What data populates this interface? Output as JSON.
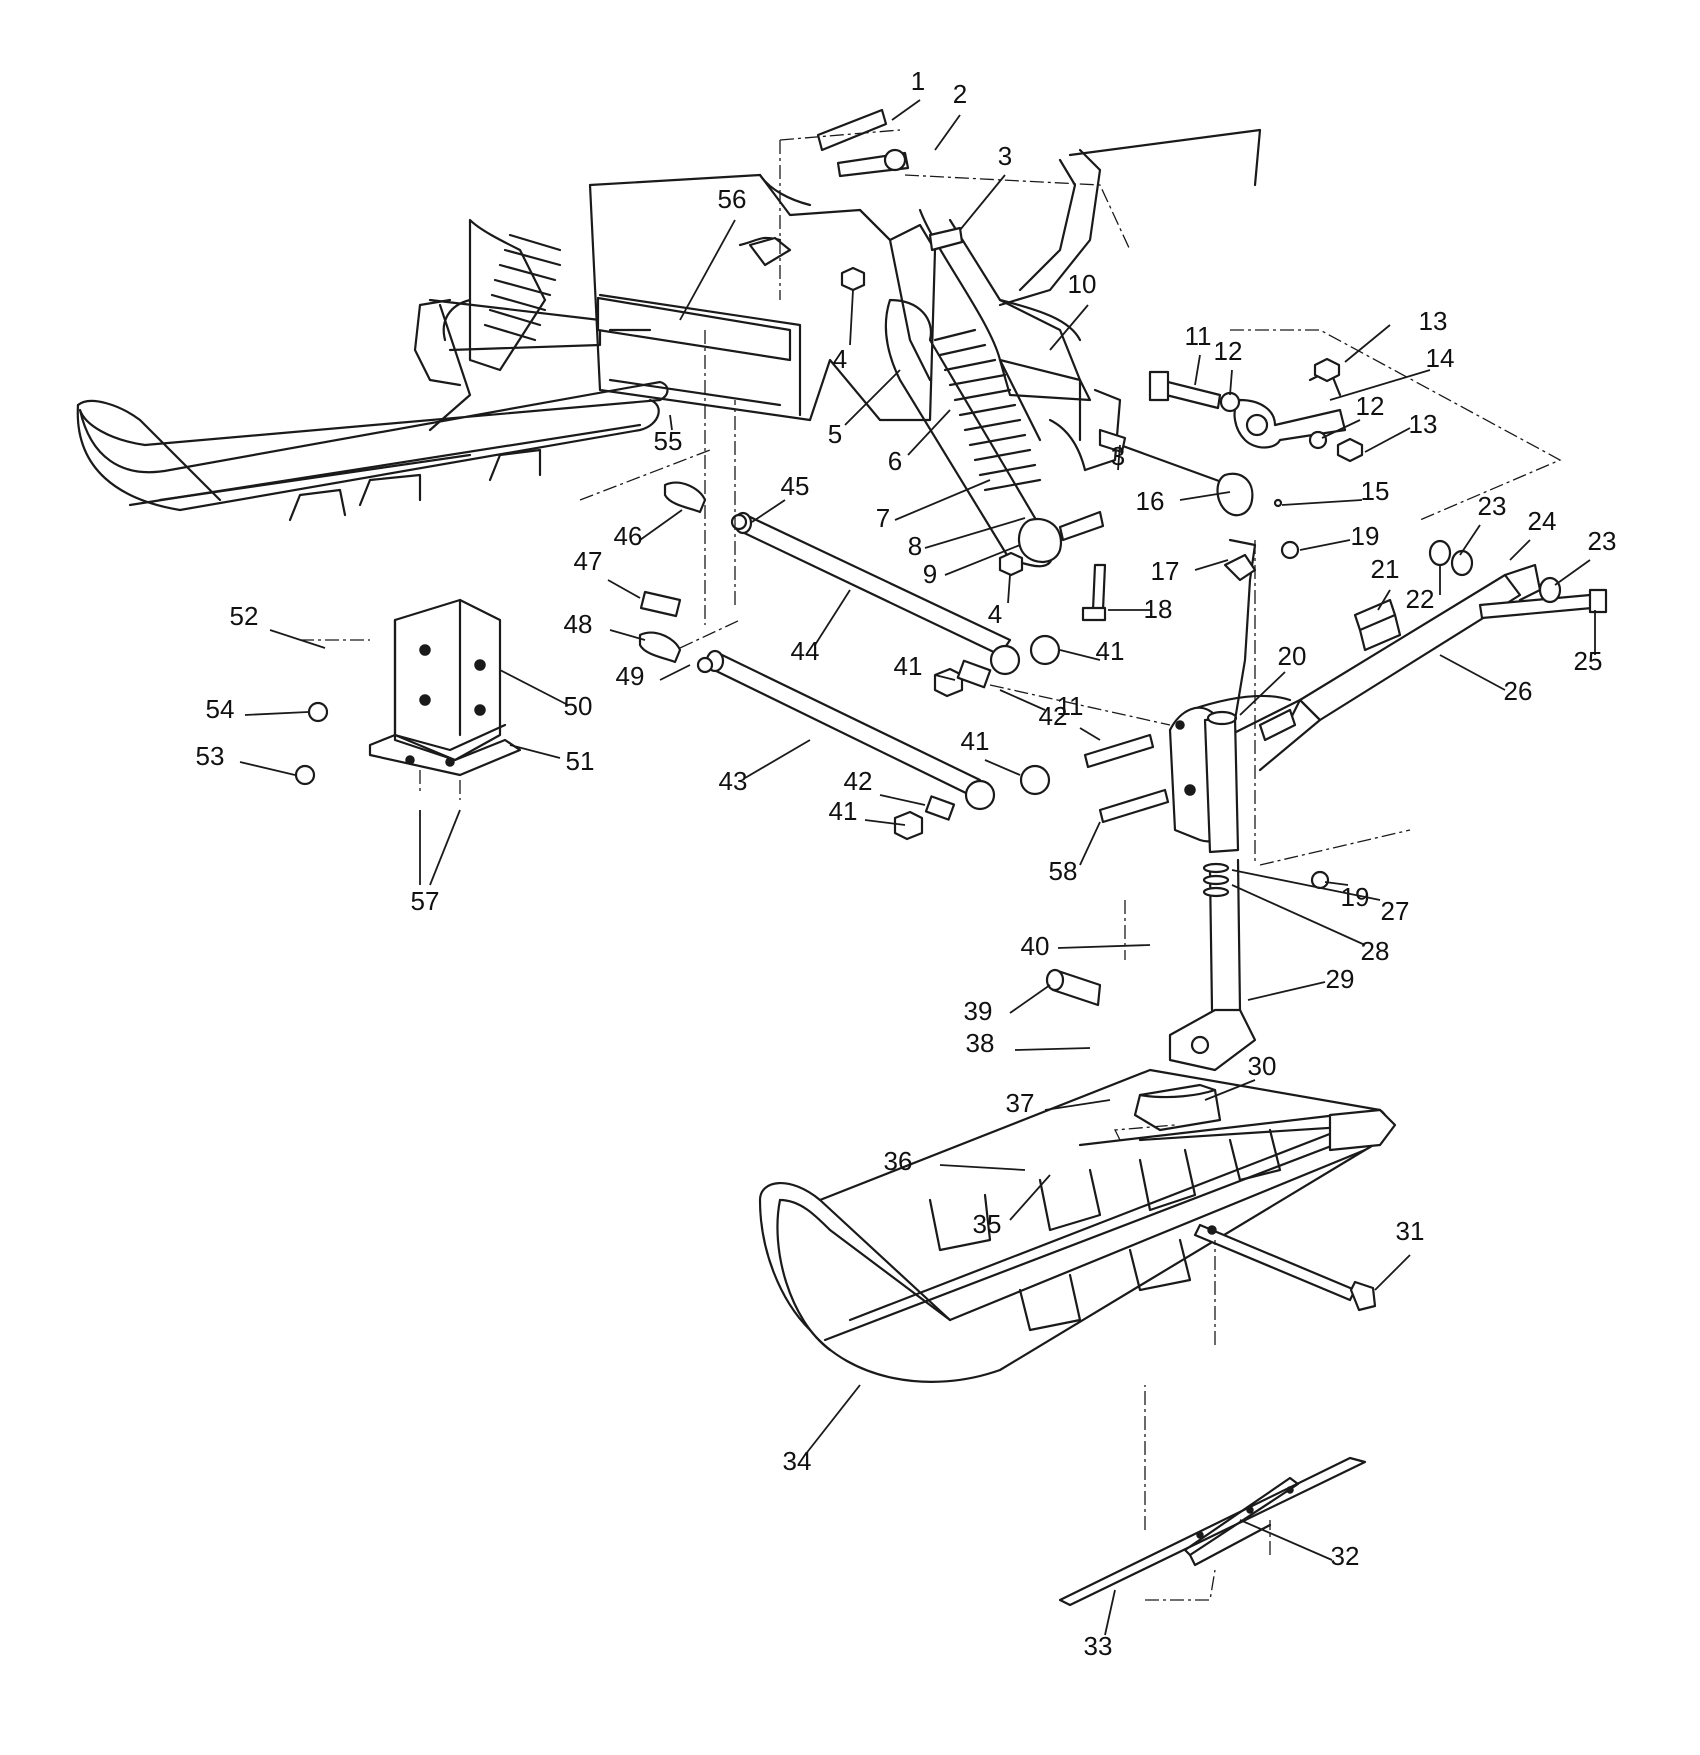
{
  "diagram": {
    "type": "exploded parts diagram",
    "callouts": [
      {
        "id": "c1",
        "label": "1"
      },
      {
        "id": "c2",
        "label": "2"
      },
      {
        "id": "c3a",
        "label": "3"
      },
      {
        "id": "c3b",
        "label": "3"
      },
      {
        "id": "c4a",
        "label": "4"
      },
      {
        "id": "c4b",
        "label": "4"
      },
      {
        "id": "c5",
        "label": "5"
      },
      {
        "id": "c6",
        "label": "6"
      },
      {
        "id": "c7",
        "label": "7"
      },
      {
        "id": "c8",
        "label": "8"
      },
      {
        "id": "c9",
        "label": "9"
      },
      {
        "id": "c10",
        "label": "10"
      },
      {
        "id": "c11a",
        "label": "11"
      },
      {
        "id": "c11b",
        "label": "11"
      },
      {
        "id": "c12a",
        "label": "12"
      },
      {
        "id": "c12b",
        "label": "12"
      },
      {
        "id": "c13a",
        "label": "13"
      },
      {
        "id": "c13b",
        "label": "13"
      },
      {
        "id": "c14",
        "label": "14"
      },
      {
        "id": "c15",
        "label": "15"
      },
      {
        "id": "c16",
        "label": "16"
      },
      {
        "id": "c17",
        "label": "17"
      },
      {
        "id": "c18",
        "label": "18"
      },
      {
        "id": "c19a",
        "label": "19"
      },
      {
        "id": "c19b",
        "label": "19"
      },
      {
        "id": "c20",
        "label": "20"
      },
      {
        "id": "c21",
        "label": "21"
      },
      {
        "id": "c22",
        "label": "22"
      },
      {
        "id": "c23a",
        "label": "23"
      },
      {
        "id": "c23b",
        "label": "23"
      },
      {
        "id": "c24",
        "label": "24"
      },
      {
        "id": "c25",
        "label": "25"
      },
      {
        "id": "c26",
        "label": "26"
      },
      {
        "id": "c27",
        "label": "27"
      },
      {
        "id": "c28",
        "label": "28"
      },
      {
        "id": "c29",
        "label": "29"
      },
      {
        "id": "c30",
        "label": "30"
      },
      {
        "id": "c31",
        "label": "31"
      },
      {
        "id": "c32",
        "label": "32"
      },
      {
        "id": "c33",
        "label": "33"
      },
      {
        "id": "c34",
        "label": "34"
      },
      {
        "id": "c35",
        "label": "35"
      },
      {
        "id": "c36",
        "label": "36"
      },
      {
        "id": "c37",
        "label": "37"
      },
      {
        "id": "c38",
        "label": "38"
      },
      {
        "id": "c39",
        "label": "39"
      },
      {
        "id": "c40",
        "label": "40"
      },
      {
        "id": "c41a",
        "label": "41"
      },
      {
        "id": "c41b",
        "label": "41"
      },
      {
        "id": "c41c",
        "label": "41"
      },
      {
        "id": "c41d",
        "label": "41"
      },
      {
        "id": "c42a",
        "label": "42"
      },
      {
        "id": "c42b",
        "label": "42"
      },
      {
        "id": "c43",
        "label": "43"
      },
      {
        "id": "c44",
        "label": "44"
      },
      {
        "id": "c45",
        "label": "45"
      },
      {
        "id": "c46",
        "label": "46"
      },
      {
        "id": "c47",
        "label": "47"
      },
      {
        "id": "c48",
        "label": "48"
      },
      {
        "id": "c49",
        "label": "49"
      },
      {
        "id": "c50",
        "label": "50"
      },
      {
        "id": "c51",
        "label": "51"
      },
      {
        "id": "c52",
        "label": "52"
      },
      {
        "id": "c53",
        "label": "53"
      },
      {
        "id": "c54",
        "label": "54"
      },
      {
        "id": "c55",
        "label": "55"
      },
      {
        "id": "c56",
        "label": "56"
      },
      {
        "id": "c57",
        "label": "57"
      },
      {
        "id": "c58",
        "label": "58"
      }
    ]
  }
}
